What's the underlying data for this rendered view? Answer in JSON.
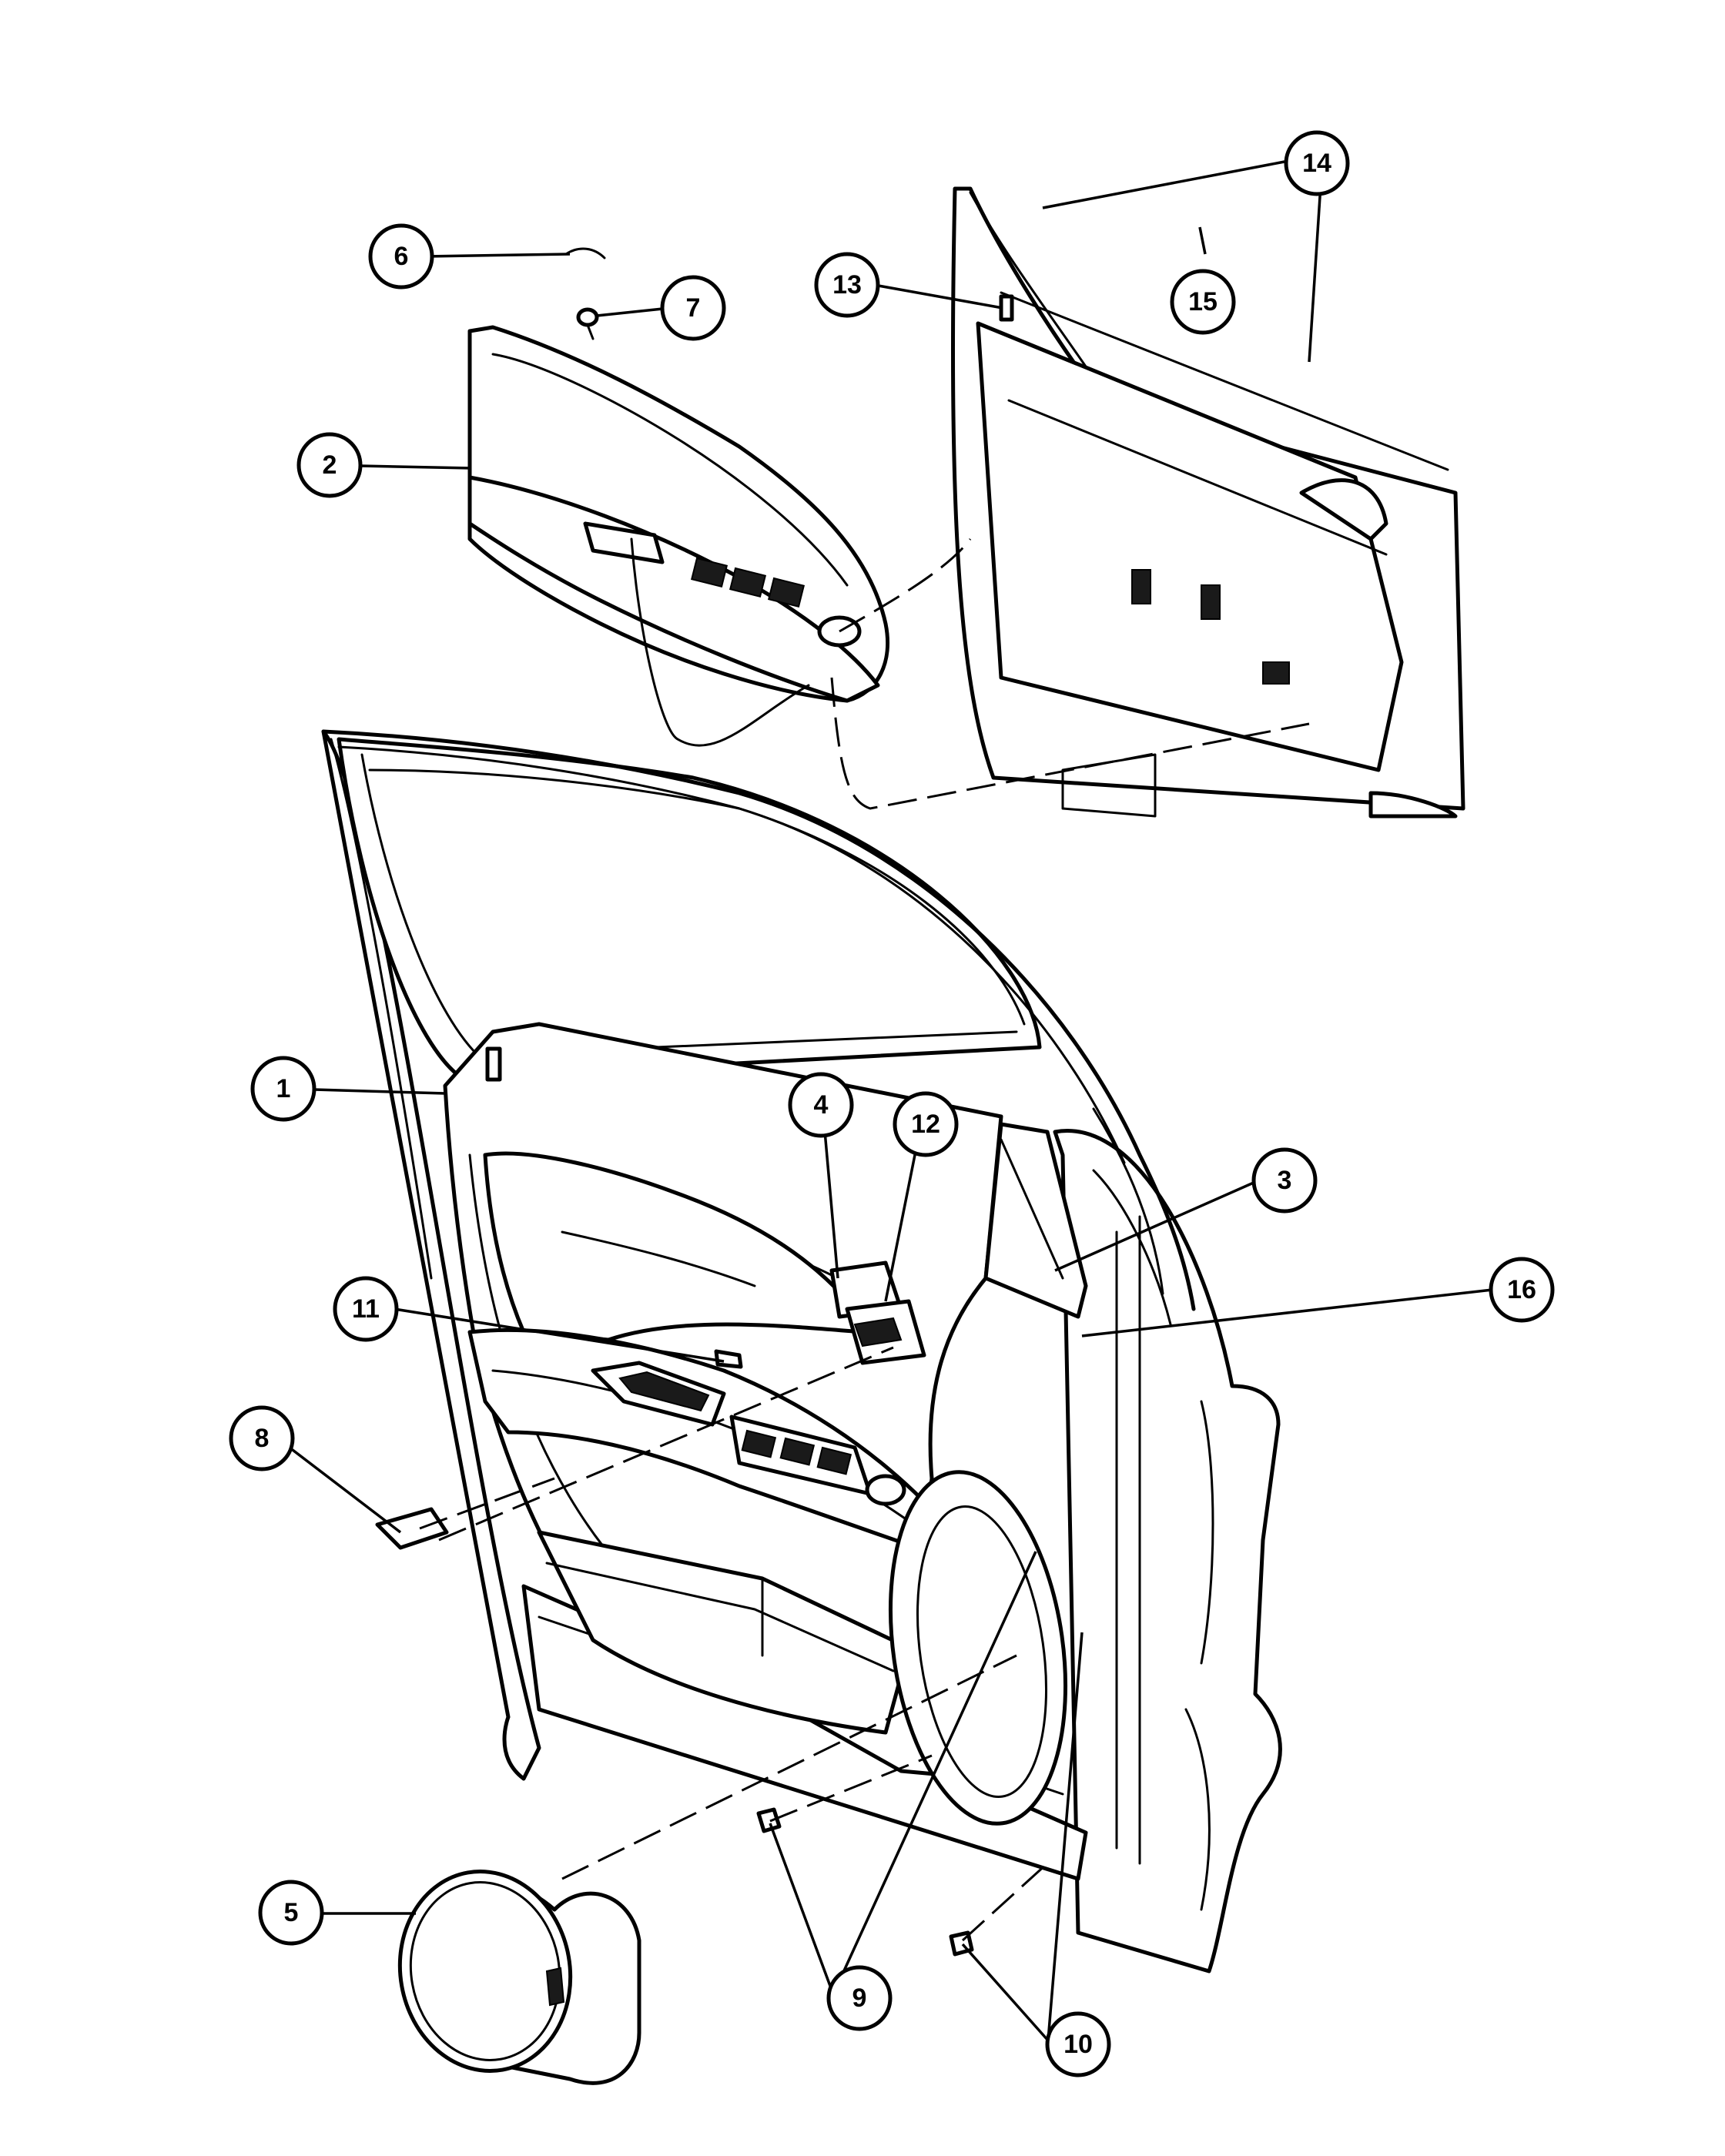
{
  "callouts": [
    {
      "id": "callout-1",
      "label": "1"
    },
    {
      "id": "callout-2",
      "label": "2"
    },
    {
      "id": "callout-3",
      "label": "3"
    },
    {
      "id": "callout-4",
      "label": "4"
    },
    {
      "id": "callout-5",
      "label": "5"
    },
    {
      "id": "callout-6",
      "label": "6"
    },
    {
      "id": "callout-7",
      "label": "7"
    },
    {
      "id": "callout-8",
      "label": "8"
    },
    {
      "id": "callout-9",
      "label": "9"
    },
    {
      "id": "callout-10",
      "label": "10"
    },
    {
      "id": "callout-11",
      "label": "11"
    },
    {
      "id": "callout-12",
      "label": "12"
    },
    {
      "id": "callout-13",
      "label": "13"
    },
    {
      "id": "callout-14",
      "label": "14"
    },
    {
      "id": "callout-15",
      "label": "15"
    },
    {
      "id": "callout-16",
      "label": "16"
    }
  ],
  "colors": {
    "line": "#000000",
    "background": "#ffffff"
  }
}
